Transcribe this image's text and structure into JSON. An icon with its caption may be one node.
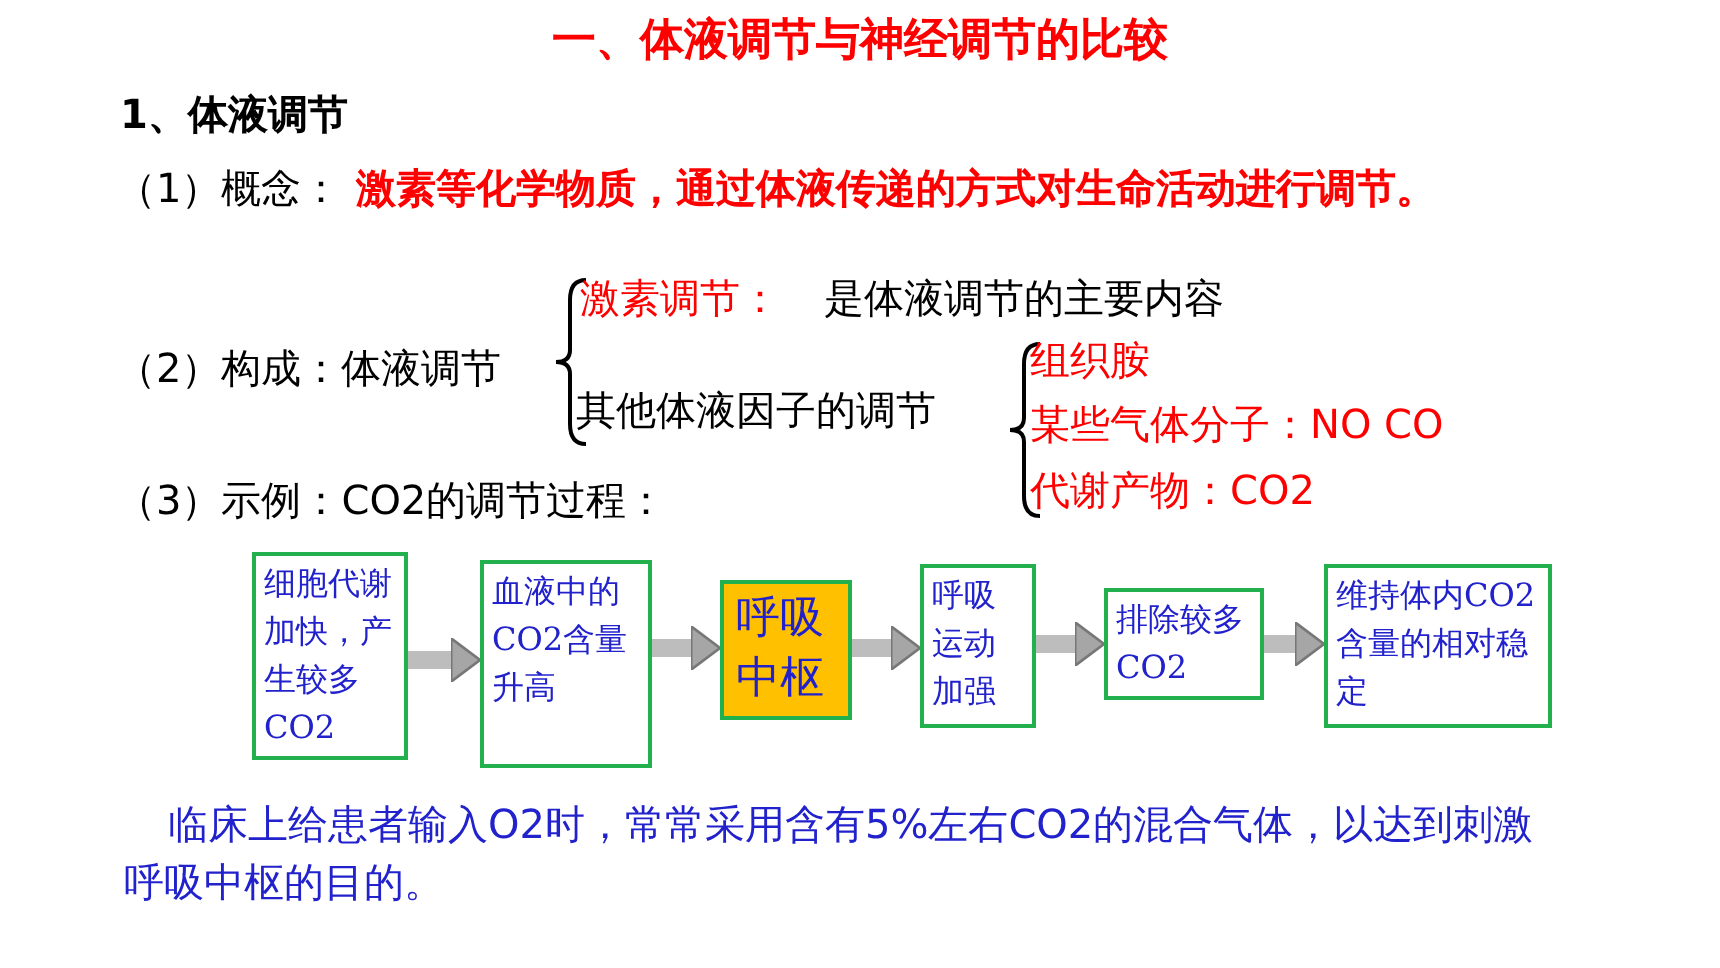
{
  "diagram": {
    "title": "一、体液调节与神经调节的比较",
    "nodes": [
      {
        "text": [
          "细胞代谢加快，产生较多CO2"
        ]
      },
      {
        "text": [
          "血液中的CO2含量升高"
        ]
      },
      {
        "text": [
          "呼吸中枢"
        ]
      },
      {
        "text": [
          "呼吸运动加强"
        ]
      },
      {
        "text": [
          "排除较多CO2"
        ]
      },
      {
        "text": [
          "维持体内CO2含量的相对稳定"
        ]
      }
    ],
    "edges": [
      {
        "from": 0,
        "to": 1,
        "arrow": "to"
      },
      {
        "from": 1,
        "to": 2,
        "arrow": "to"
      },
      {
        "from": 2,
        "to": 3,
        "arrow": "to"
      },
      {
        "from": 3,
        "to": 4,
        "arrow": "to"
      },
      {
        "from": 4,
        "to": 5,
        "arrow": "to"
      }
    ],
    "labels": [
      "1、体液调节",
      "（1）概念：",
      "激素等化学物质，通过体液传递的方式对生命活动进行调节。",
      "激素调节：",
      "是体液调节的主要内容",
      "（2）构成：体液调节",
      "其他体液因子的调节",
      "组织胺",
      "某些气体分子：NO CO",
      "代谢产物：CO2",
      "（3）示例：CO2的调节过程：",
      "临床上给患者输入O2时，常常采用含有5%左右CO2的混合气体，以达到刺激呼吸中枢的目的。"
    ]
  }
}
